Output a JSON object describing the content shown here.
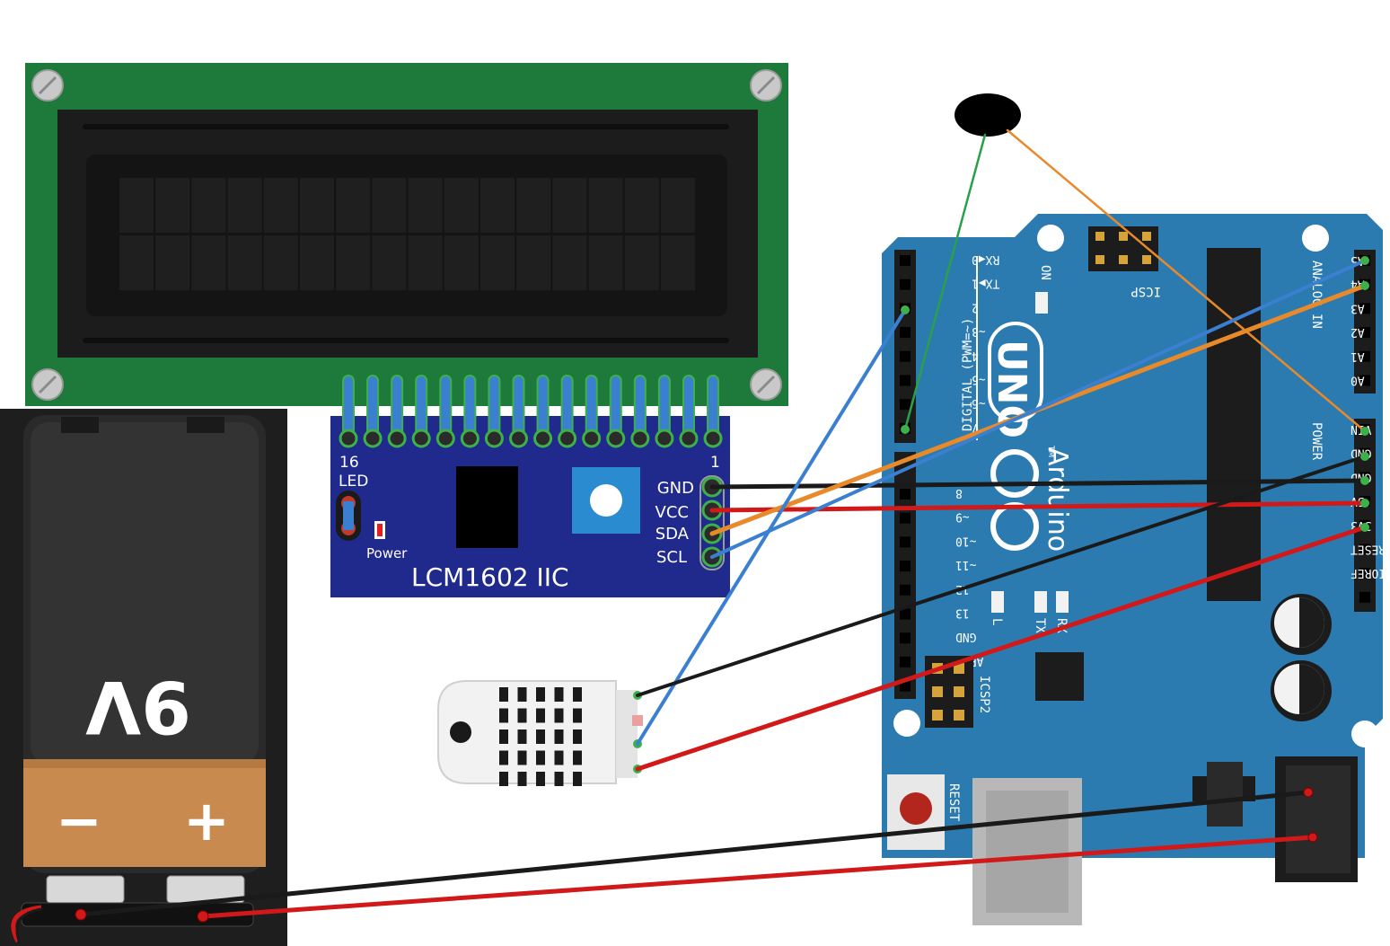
{
  "lcd": {
    "pin_first_label": "16",
    "pin_last_label": "1",
    "led_label": "LED",
    "power_label": "Power",
    "module_label": "LCM1602 IIC",
    "pins": [
      "GND",
      "VCC",
      "SDA",
      "SCL"
    ],
    "pcb_color": "#1e7a3a",
    "backpack_color": "#1f2a8c"
  },
  "battery": {
    "voltage_label": "9V",
    "minus_label": "−",
    "plus_label": "+",
    "band_color": "#c98a4f"
  },
  "arduino": {
    "uno_label": "UNO",
    "brand_label": "Arduino",
    "tm_label": "TM",
    "on_label": "ON",
    "icsp_label": "ICSP",
    "icsp2_label": "ICSP2",
    "reset_label": "RESET",
    "digital_label": "DIGITAL (PWM=~)",
    "analog_label": "ANALOG IN",
    "power_label": "POWER",
    "led_l": "L",
    "led_tx": "TX",
    "led_rx": "RX",
    "digital_pins": [
      "RX◀0",
      "TX▶1",
      "2",
      "~3",
      "4",
      "~5",
      "~6",
      "7",
      "8",
      "~9",
      "~10",
      "~11",
      "12",
      "13",
      "GND",
      "AREF"
    ],
    "analog_pins": [
      "A5",
      "A4",
      "A3",
      "A2",
      "A1",
      "A0"
    ],
    "power_pins": [
      "VIN",
      "GND",
      "GND",
      "5V",
      "3V3",
      "RESET",
      "IOREF"
    ],
    "board_color": "#2b7bb0"
  },
  "wire_colors": {
    "black": "#1a1a1a",
    "red": "#d11919",
    "blue": "#3a7fd0",
    "orange": "#e88a2a",
    "green": "#2aa04a"
  }
}
